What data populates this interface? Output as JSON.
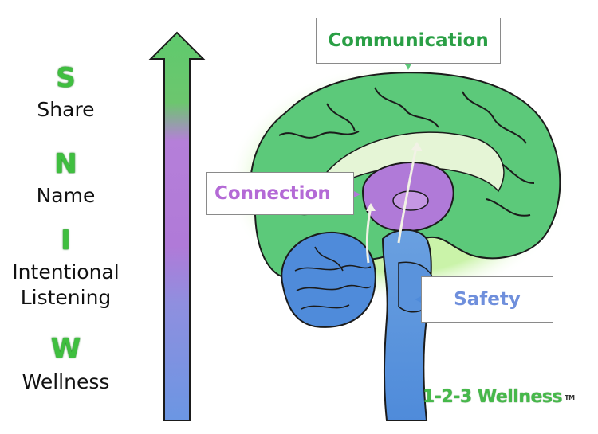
{
  "acronym": [
    {
      "letter": "S",
      "word": "Share"
    },
    {
      "letter": "N",
      "word": "Name"
    },
    {
      "letter": "I",
      "word": "Intentional\nListening"
    },
    {
      "letter": "W",
      "word": "Wellness"
    }
  ],
  "labels": {
    "communication": "Communication",
    "connection": "Connection",
    "safety": "Safety"
  },
  "brand": {
    "name": "1-2-3 Wellness",
    "tm": "TM"
  },
  "colors": {
    "green": "#5cc97a",
    "purple": "#b07ad8",
    "blue": "#6f98de",
    "letter_green": "#3fbf3f"
  },
  "icons": [
    "up-arrow",
    "brain-illustration"
  ]
}
